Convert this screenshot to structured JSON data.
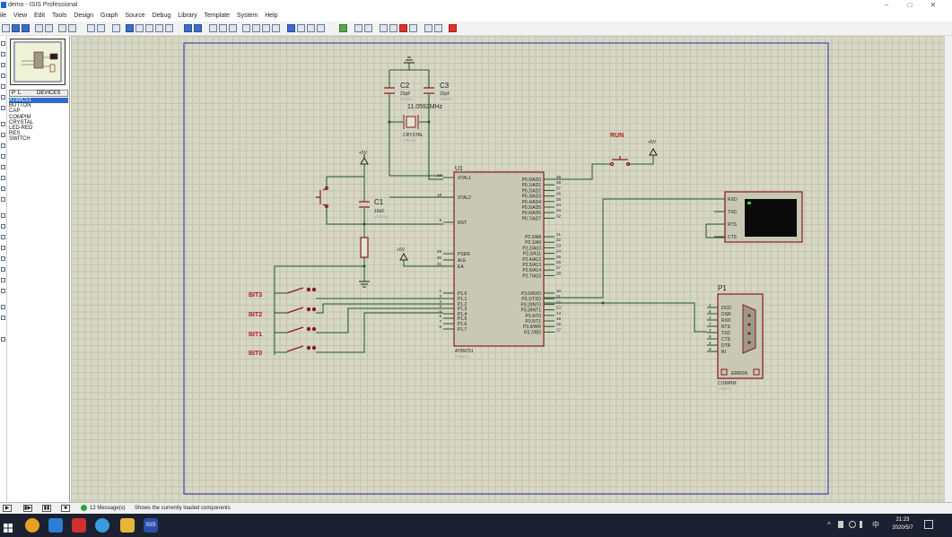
{
  "window": {
    "title": "demo - ISIS Professional",
    "minimize": "–",
    "maximize": "□",
    "close": "✕"
  },
  "menu": [
    "ile",
    "View",
    "Edit",
    "Tools",
    "Design",
    "Graph",
    "Source",
    "Debug",
    "Library",
    "Template",
    "System",
    "Help"
  ],
  "device_panel": {
    "tab_p": "P",
    "tab_l": "L",
    "header": "DEVICES",
    "items": [
      "AT89C51",
      "BUTTON",
      "CAP",
      "COMPIM",
      "CRYSTAL",
      "LED-RED",
      "RES",
      "SWITCH"
    ],
    "selected": "AT89C51"
  },
  "schematic": {
    "c2_ref": "C2",
    "c2_val": "22pF",
    "c3_ref": "C3",
    "c3_val": "22pF",
    "text_placeholder": "<TEXT>",
    "crystal_freq": "11.0592MHz",
    "crystal_name": "CRYSTAL",
    "c1_ref": "C1",
    "c1_val": "10uF",
    "vcc": "+5V",
    "run_label": "RUN",
    "u1_ref": "U1",
    "u1_part": "AT89C51",
    "u1_left_pins": [
      {
        "num": "19",
        "name": "XTAL1"
      },
      {
        "num": "18",
        "name": "XTAL2"
      },
      {
        "num": "9",
        "name": "RST"
      },
      {
        "num": "29",
        "name": "PSEN"
      },
      {
        "num": "30",
        "name": "ALE"
      },
      {
        "num": "31",
        "name": "EA"
      },
      {
        "num": "1",
        "name": "P1.0"
      },
      {
        "num": "2",
        "name": "P1.1"
      },
      {
        "num": "3",
        "name": "P1.2"
      },
      {
        "num": "4",
        "name": "P1.3"
      },
      {
        "num": "5",
        "name": "P1.4"
      },
      {
        "num": "6",
        "name": "P1.5"
      },
      {
        "num": "7",
        "name": "P1.6"
      },
      {
        "num": "8",
        "name": "P1.7"
      }
    ],
    "u1_p0": [
      {
        "num": "39",
        "name": "P0.0/AD0"
      },
      {
        "num": "38",
        "name": "P0.1/AD1"
      },
      {
        "num": "37",
        "name": "P0.2/AD2"
      },
      {
        "num": "36",
        "name": "P0.3/AD3"
      },
      {
        "num": "35",
        "name": "P0.4/AD4"
      },
      {
        "num": "34",
        "name": "P0.5/AD5"
      },
      {
        "num": "33",
        "name": "P0.6/AD6"
      },
      {
        "num": "32",
        "name": "P0.7/AD7"
      }
    ],
    "u1_p2": [
      {
        "num": "21",
        "name": "P2.0/A8"
      },
      {
        "num": "22",
        "name": "P2.1/A9"
      },
      {
        "num": "23",
        "name": "P2.2/A10"
      },
      {
        "num": "24",
        "name": "P2.3/A11"
      },
      {
        "num": "25",
        "name": "P2.4/A12"
      },
      {
        "num": "26",
        "name": "P2.5/A13"
      },
      {
        "num": "27",
        "name": "P2.6/A14"
      },
      {
        "num": "28",
        "name": "P2.7/A15"
      }
    ],
    "u1_p3": [
      {
        "num": "10",
        "name": "P3.0/RXD"
      },
      {
        "num": "11",
        "name": "P3.1/TXD"
      },
      {
        "num": "12",
        "name": "P3.2/INT0"
      },
      {
        "num": "13",
        "name": "P3.3/INT1"
      },
      {
        "num": "14",
        "name": "P3.4/T0"
      },
      {
        "num": "15",
        "name": "P3.5/T1"
      },
      {
        "num": "16",
        "name": "P3.6/WR"
      },
      {
        "num": "17",
        "name": "P3.7/RD"
      }
    ],
    "bits": [
      "BIT3",
      "BIT2",
      "BIT1",
      "BIT0"
    ],
    "vterm_pins": [
      "RXD",
      "TXD",
      "RTS",
      "CTS"
    ],
    "p1_ref": "P1",
    "p1_part": "COMPIM",
    "p1_error": "ERROR",
    "p1_pins": [
      {
        "num": "1",
        "name": "DCD"
      },
      {
        "num": "6",
        "name": "DSR"
      },
      {
        "num": "2",
        "name": "RXD"
      },
      {
        "num": "7",
        "name": "RTS"
      },
      {
        "num": "3",
        "name": "TXD"
      },
      {
        "num": "8",
        "name": "CTS"
      },
      {
        "num": "4",
        "name": "DTR"
      },
      {
        "num": "9",
        "name": "RI"
      }
    ]
  },
  "status": {
    "message_count": "12 Message(s)",
    "hint": "Shows the currently loaded components"
  },
  "taskbar": {
    "isis_label": "ISIS",
    "time": "21:23",
    "date": "2020/5/7",
    "lang": "中"
  },
  "colors": {
    "wire": "#1f5a1f",
    "component": "#8b1a1a",
    "chip_fill": "#c8c8b4",
    "border": "#2a2aa8",
    "canvas": "#d7d7c6"
  }
}
